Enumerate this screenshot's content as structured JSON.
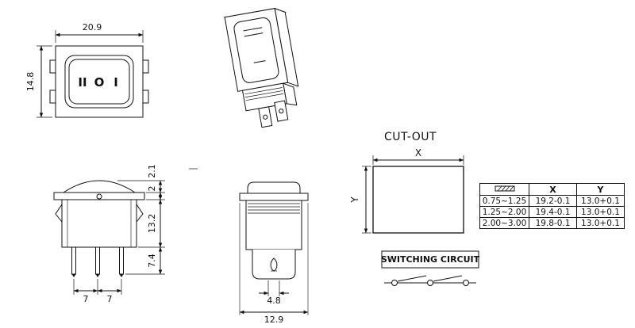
{
  "front_view": {
    "width_dim": "20.9",
    "height_dim": "14.8",
    "markings": {
      "left": "II",
      "center": "O",
      "right": "I"
    }
  },
  "side_view": {
    "rocker_height_dim": "2.1",
    "flange_thickness_dim": "2",
    "body_height_dim": "13.2",
    "terminal_length_dim": "7.4",
    "pin_spacing_left_dim": "7",
    "pin_spacing_right_dim": "7"
  },
  "front_lower_view": {
    "terminal_width_dim": "4.8",
    "body_width_dim": "12.9"
  },
  "cutout": {
    "title": "CUT-OUT",
    "x_label": "X",
    "y_label": "Y"
  },
  "panel_table": {
    "col_x": "X",
    "col_y": "Y",
    "rows": [
      {
        "thickness": "0.75~1.25",
        "x": "19.2-0.1",
        "y": "13.0+0.1"
      },
      {
        "thickness": "1.25~2.00",
        "x": "19.4-0.1",
        "y": "13.0+0.1"
      },
      {
        "thickness": "2.00~3.00",
        "x": "19.8-0.1",
        "y": "13.0+0.1"
      }
    ]
  },
  "circuit": {
    "title": "SWITCHING CIRCUIT"
  }
}
